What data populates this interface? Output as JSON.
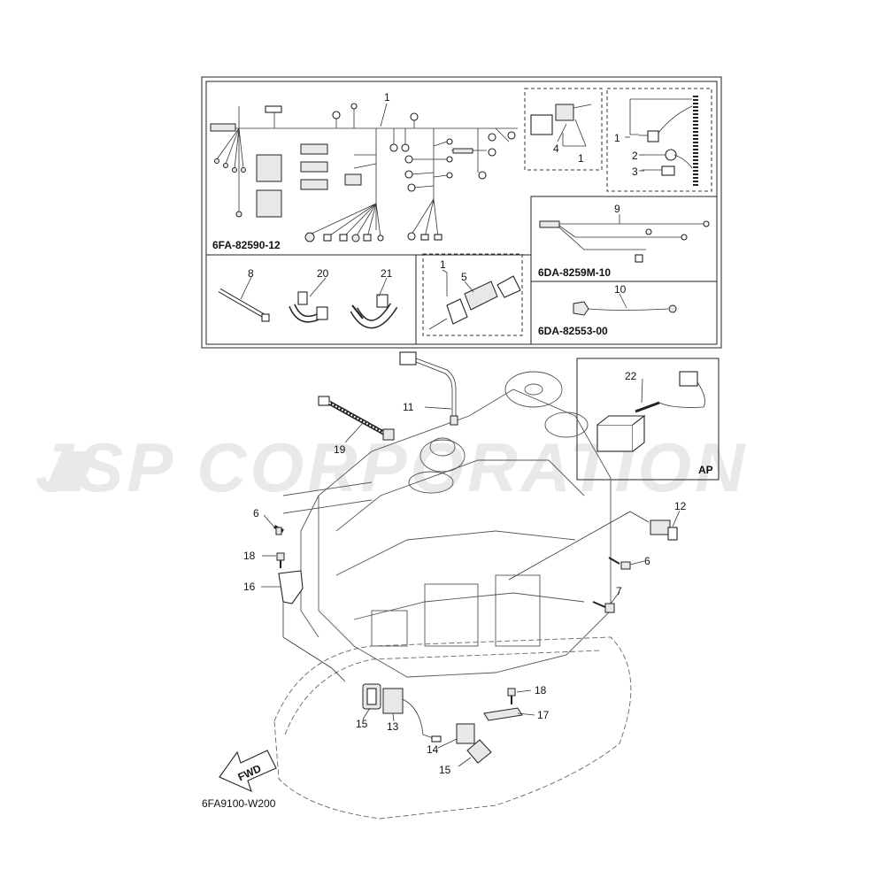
{
  "watermark": "JSP CORPORATION",
  "diagram_code": "6FA9100-W200",
  "fwd_label": "FWD",
  "ap_label": "AP",
  "part_codes": {
    "harness": "6FA-82590-12",
    "lead_9": "6DA-8259M-10",
    "lead_10": "6DA-82553-00"
  },
  "callouts": {
    "c1_main": "1",
    "c1_box4": "1",
    "c4": "4",
    "c1_box_right": "1",
    "c2": "2",
    "c3": "3",
    "c9": "9",
    "c8": "8",
    "c20": "20",
    "c21": "21",
    "c1_box5": "1",
    "c5": "5",
    "c10": "10",
    "c11": "11",
    "c22": "22",
    "c19": "19",
    "c12": "12",
    "c6_left": "6",
    "c18_left": "18",
    "c16": "16",
    "c6_right": "6",
    "c7": "7",
    "c18_right": "18",
    "c17": "17",
    "c15_left": "15",
    "c13": "13",
    "c14": "14",
    "c15_bottom": "15"
  }
}
